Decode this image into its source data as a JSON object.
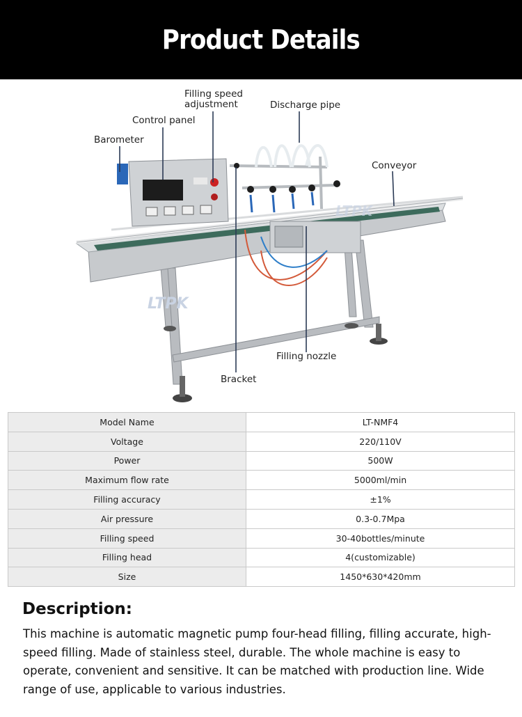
{
  "header": {
    "title": "Product Details"
  },
  "photo": {
    "callouts": {
      "barometer": "Barometer",
      "control_panel": "Control panel",
      "filling_speed_line1": "Filling speed",
      "filling_speed_line2": "adjustment",
      "discharge_pipe": "Discharge pipe",
      "conveyor": "Conveyor",
      "filling_nozzle": "Filling nozzle",
      "bracket": "Bracket"
    },
    "watermark": "LTPK"
  },
  "specs": [
    {
      "key": "Model Name",
      "value": "LT-NMF4"
    },
    {
      "key": "Voltage",
      "value": "220/110V"
    },
    {
      "key": "Power",
      "value": "500W"
    },
    {
      "key": "Maximum flow rate",
      "value": "5000ml/min"
    },
    {
      "key": "Filling accuracy",
      "value": "±1%"
    },
    {
      "key": "Air pressure",
      "value": "0.3-0.7Mpa"
    },
    {
      "key": "Filling speed",
      "value": "30-40bottles/minute"
    },
    {
      "key": "Filling head",
      "value": "4(customizable)"
    },
    {
      "key": "Size",
      "value": "1450*630*420mm"
    }
  ],
  "description": {
    "title": "Description:",
    "body": "This machine is automatic magnetic pump four-head filling, filling accurate, high-speed filling. Made of stainless steel, durable. The whole machine is easy to operate, convenient and sensitive. It can be matched with production line. Wide range of use, applicable to various industries."
  }
}
